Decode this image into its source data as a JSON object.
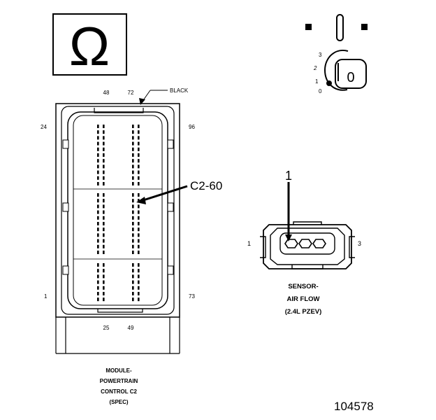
{
  "ohm_symbol": "Ω",
  "key": {
    "positions": [
      "3",
      "2",
      "1",
      "0"
    ],
    "key_label": "0"
  },
  "module_connector": {
    "pin_labels": {
      "top_left": "48",
      "top_right": "72",
      "left_top": "24",
      "right_top": "96",
      "left_bottom": "1",
      "right_bottom": "73",
      "bottom_left": "25",
      "bottom_right": "49"
    },
    "color_label": "BLACK",
    "callout": "C2-60",
    "caption": [
      "MODULE-",
      "POWERTRAIN",
      "CONTROL C2",
      "(SPEC)"
    ]
  },
  "sensor_connector": {
    "pin_callout": "1",
    "pin_left": "1",
    "pin_right": "3",
    "caption": [
      "SENSOR-",
      "AIR FLOW",
      "(2.4L PZEV)"
    ]
  },
  "figure_number": "104578"
}
